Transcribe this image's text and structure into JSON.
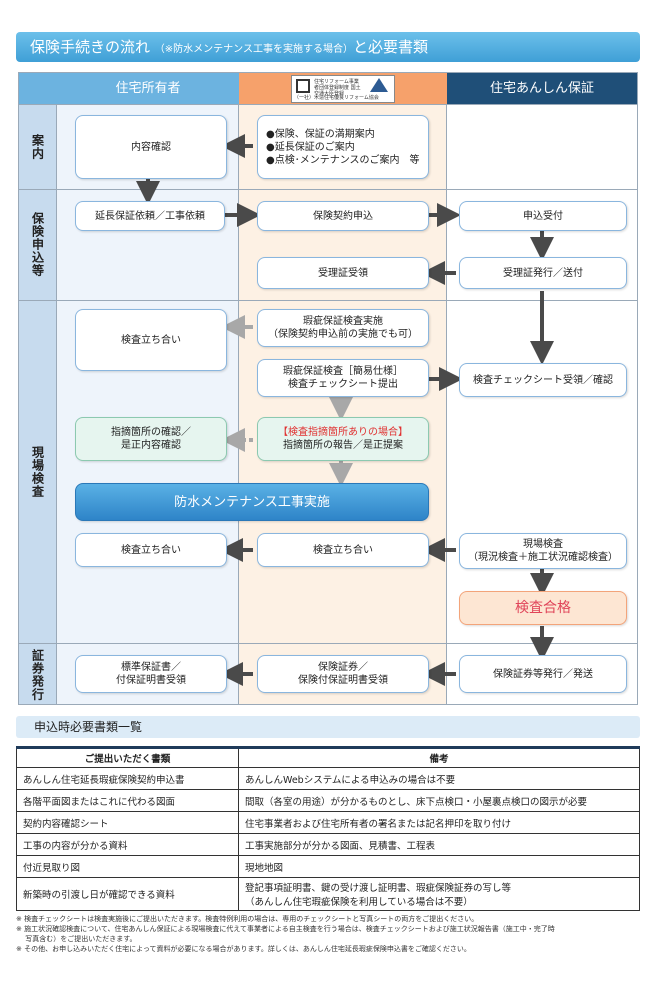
{
  "title": {
    "main": "保険手続きの流れ",
    "sub": "（※防水メンテナンス工事を実施する場合）",
    "suffix": "と必要書類"
  },
  "headers": {
    "owner": "住宅所有者",
    "business": {
      "logo_text": "住宅リフォーム事業者団体登録制度 国土交通大臣登録",
      "logo_name": "（一社）木造住宅優良リフォーム協会"
    },
    "guarantor": "住宅あんしん保証"
  },
  "lanes": [
    "案内",
    "保険申込等",
    "現場検査",
    "証券発行"
  ],
  "flow": {
    "naiyou_kakunin": "内容確認",
    "annai_lines": [
      "●保険、保証の満期案内",
      "●延長保証のご案内",
      "●点検･メンテナンスのご案内　等"
    ],
    "enchou_irai": "延長保証依頼／工事依頼",
    "keiyaku_moushikomi": "保険契約申込",
    "moushikomi_uketsuke": "申込受付",
    "juriho_juryou": "受理証受領",
    "juriho_hakkou": "受理証発行／送付",
    "kashi_kensa_jisshi": [
      "瑕疵保証検査実施",
      "（保険契約申込前の実施でも可）"
    ],
    "kensa_tachiai_1": "検査立ち合い",
    "kani_kensa": [
      "瑕疵保証検査［簡易仕様］",
      "検査チェックシート提出"
    ],
    "checksheet_uketsuke": "検査チェックシート受領／確認",
    "shiteki_kakunin": [
      "指摘箇所の確認／",
      "是正内容確認"
    ],
    "shiteki_ari": "【検査指摘箇所ありの場合】",
    "shiteki_houkoku": "指摘箇所の報告／是正提案",
    "bousui_kouji": "防水メンテナンス工事実施",
    "kensa_tachiai_2": "検査立ち合い",
    "kensa_tachiai_3": "検査立ち合い",
    "genba_kensa": [
      "現場検査",
      "（現況検査＋施工状況確認検査）"
    ],
    "kensa_goukaku": "検査合格",
    "hyoujun_hoshousho": [
      "標準保証書／",
      "付保証明書受領"
    ],
    "hoken_shouken_juryou": [
      "保険証券／",
      "保険付保証明書受領"
    ],
    "shouken_hakkou": "保険証券等発行／発送"
  },
  "requirements": {
    "heading": "申込時必要書類一覧",
    "columns": [
      "ご提出いただく書類",
      "備考"
    ],
    "rows": [
      [
        "あんしん住宅延長瑕疵保険契約申込書",
        "あんしんWebシステムによる申込みの場合は不要"
      ],
      [
        "各階平面図またはこれに代わる図面",
        "間取（各室の用途）が分かるものとし、床下点検口・小屋裏点検口の図示が必要"
      ],
      [
        "契約内容確認シート",
        "住宅事業者および住宅所有者の署名または記名押印を取り付け"
      ],
      [
        "工事の内容が分かる資料",
        "工事実施部分が分かる図面、見積書、工程表"
      ],
      [
        "付近見取り図",
        "現地地図"
      ],
      [
        "新築時の引渡し日が確認できる資料",
        [
          "登記事項証明書、鍵の受け渡し証明書、瑕疵保険証券の写し等",
          "（あんしん住宅瑕疵保険を利用している場合は不要）"
        ]
      ]
    ]
  },
  "notes": [
    "※ 検査チェックシートは検査実施後にご提出いただきます。検査特例利用の場合は、専用のチェックシートと写真シートの両方をご提出ください。",
    "※ 施工状況確認検査について、住宅あんしん保証による現場検査に代えて事業者による自主検査を行う場合は、検査チェックシートおよび施工状況報告書（施工中・完了時",
    "　 写真含む）をご提出いただきます。",
    "※ その他、お申し込みいただく住宅によって資料が必要になる場合があります。詳しくは、あんしん住宅延長瑕疵保険申込書をご確認ください。"
  ]
}
